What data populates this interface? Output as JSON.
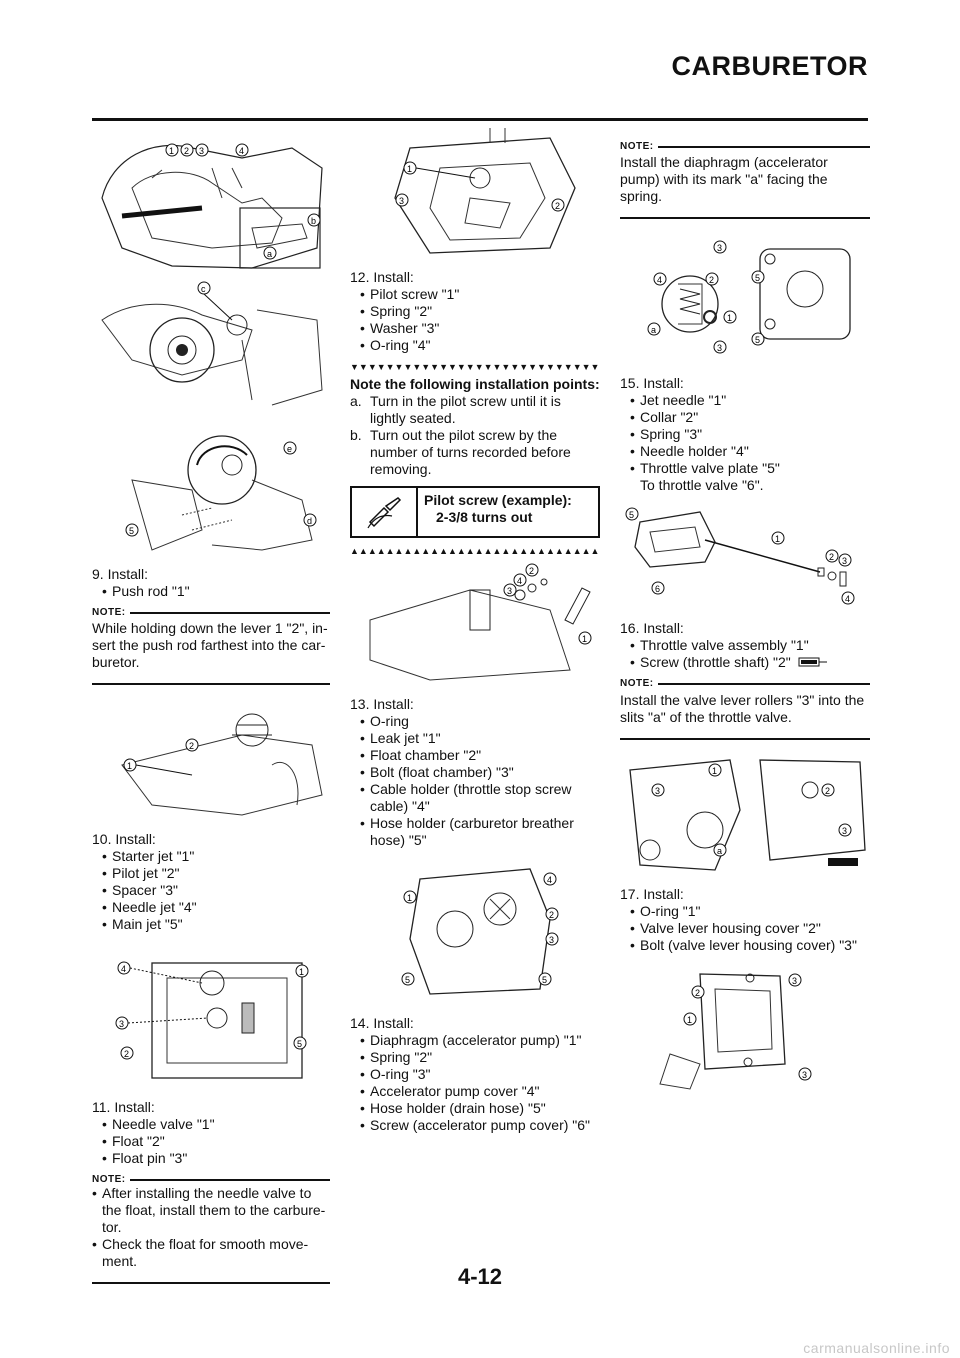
{
  "header": {
    "title": "CARBURETOR"
  },
  "col1": {
    "step9": {
      "num": "9.  Install:",
      "items": [
        "Push rod \"1\""
      ]
    },
    "note9": {
      "label": "NOTE:",
      "text": "While holding down the lever 1 \"2\", in-sert the push rod farthest into the car-buretor."
    },
    "step10": {
      "num": "10. Install:",
      "items": [
        "Starter jet \"1\"",
        "Pilot jet \"2\"",
        "Spacer \"3\"",
        "Needle jet \"4\"",
        "Main jet \"5\""
      ]
    },
    "step11": {
      "num": "11. Install:",
      "items": [
        "Needle valve \"1\"",
        "Float \"2\"",
        "Float pin \"3\""
      ]
    },
    "note11": {
      "label": "NOTE:",
      "items": [
        "After installing the needle valve to the float, install them to the carbure-tor.",
        "Check the float for smooth move-ment."
      ]
    }
  },
  "col2": {
    "step12": {
      "num": "12. Install:",
      "items": [
        "Pilot screw \"1\"",
        "Spring \"2\"",
        "Washer \"3\"",
        "O-ring \"4\""
      ]
    },
    "triangles_down": "▼▼▼▼▼▼▼▼▼▼▼▼▼▼▼▼▼▼▼▼▼▼▼▼▼▼▼▼▼▼▼▼▼▼",
    "points_title": "Note the following installation points:",
    "points": [
      {
        "letter": "a.",
        "text": "Turn in the pilot screw until it is lightly seated."
      },
      {
        "letter": "b.",
        "text": "Turn out the pilot screw by the number of turns recorded before removing."
      }
    ],
    "spec": {
      "title": "Pilot screw (example):",
      "value": "2-3/8 turns out"
    },
    "triangles_up": "▲▲▲▲▲▲▲▲▲▲▲▲▲▲▲▲▲▲▲▲▲▲▲▲▲▲▲▲▲▲▲▲▲▲",
    "step13": {
      "num": "13. Install:",
      "items": [
        "O-ring",
        "Leak jet \"1\"",
        "Float chamber \"2\"",
        "Bolt (float chamber) \"3\"",
        "Cable holder (throttle stop screw cable) \"4\"",
        "Hose holder (carburetor breather hose) \"5\""
      ]
    },
    "step14": {
      "num": "14. Install:",
      "items": [
        "Diaphragm (accelerator pump) \"1\"",
        "Spring \"2\"",
        "O-ring \"3\"",
        "Accelerator pump cover \"4\"",
        "Hose holder (drain hose) \"5\"",
        "Screw (accelerator pump cover) \"6\""
      ]
    }
  },
  "col3": {
    "note14": {
      "label": "NOTE:",
      "text": "Install the diaphragm (accelerator pump) with its mark \"a\" facing the spring."
    },
    "step15": {
      "num": "15. Install:",
      "items": [
        "Jet needle \"1\"",
        "Collar \"2\"",
        "Spring \"3\"",
        "Needle holder \"4\"",
        "Throttle valve plate \"5\""
      ],
      "extra": "To throttle valve \"6\"."
    },
    "step16": {
      "num": "16. Install:",
      "items": [
        "Throttle valve assembly \"1\"",
        "Screw (throttle shaft) \"2\""
      ]
    },
    "note16": {
      "label": "NOTE:",
      "text": "Install the valve lever rollers \"3\" into the slits \"a\" of the throttle valve."
    },
    "step17": {
      "num": "17. Install:",
      "items": [
        "O-ring \"1\"",
        "Valve lever housing cover \"2\"",
        "Bolt (valve lever housing cover) \"3\""
      ]
    }
  },
  "figure_labels": {
    "f1": [
      "1",
      "2",
      "3",
      "4",
      "a",
      "b"
    ],
    "f2": [
      "c"
    ],
    "f3": [
      "e",
      "5",
      "d"
    ],
    "f4": [
      "2",
      "1"
    ],
    "f5": [
      "4",
      "1",
      "3",
      "2",
      "5"
    ],
    "f6": [
      "1",
      "3",
      "2"
    ],
    "f7": [
      "2",
      "4",
      "3",
      "1"
    ],
    "f8": [
      "1",
      "4",
      "2",
      "3",
      "5",
      "5"
    ],
    "f9": [
      "3",
      "4",
      "2",
      "1",
      "a",
      "5",
      "3",
      "5"
    ],
    "f10": [
      "5",
      "6",
      "1",
      "2",
      "3",
      "4"
    ],
    "f11": [
      "1",
      "3",
      "a",
      "2",
      "3"
    ],
    "f12": [
      "2",
      "3",
      "1",
      "3"
    ]
  },
  "page_number": "4-12",
  "footer": "carmanualsonline.info"
}
